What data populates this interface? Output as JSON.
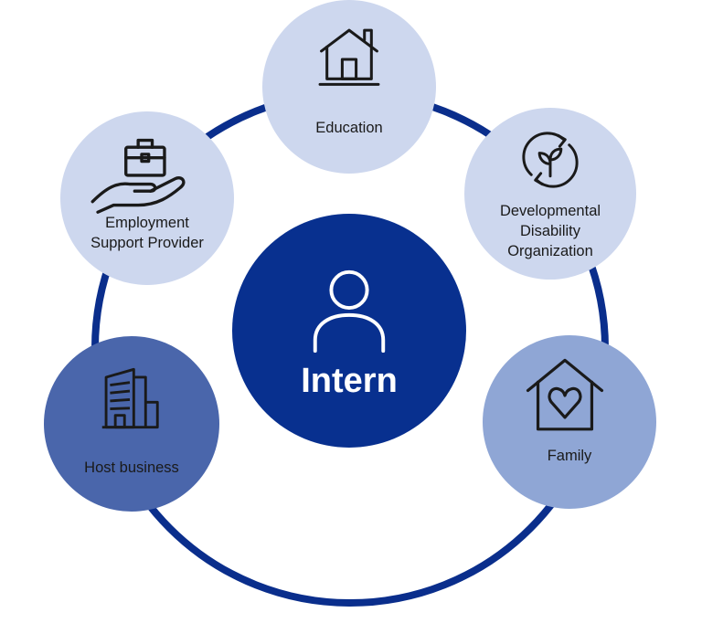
{
  "center": {
    "label": "Intern"
  },
  "nodes": {
    "education": {
      "label": "Education"
    },
    "developmental_disability_organization": {
      "label_line1": "Developmental",
      "label_line2": "Disability",
      "label_line3": "Organization"
    },
    "family": {
      "label": "Family"
    },
    "host_business": {
      "label": "Host business"
    },
    "employment_support_provider": {
      "label_line1": "Employment",
      "label_line2": "Support Provider"
    }
  },
  "colors": {
    "ring": "#0a2e8c",
    "center": "#08308f",
    "light_node": "#cdd7ee",
    "medium_node": "#8fa6d5",
    "dark_node": "#4a66ab"
  }
}
